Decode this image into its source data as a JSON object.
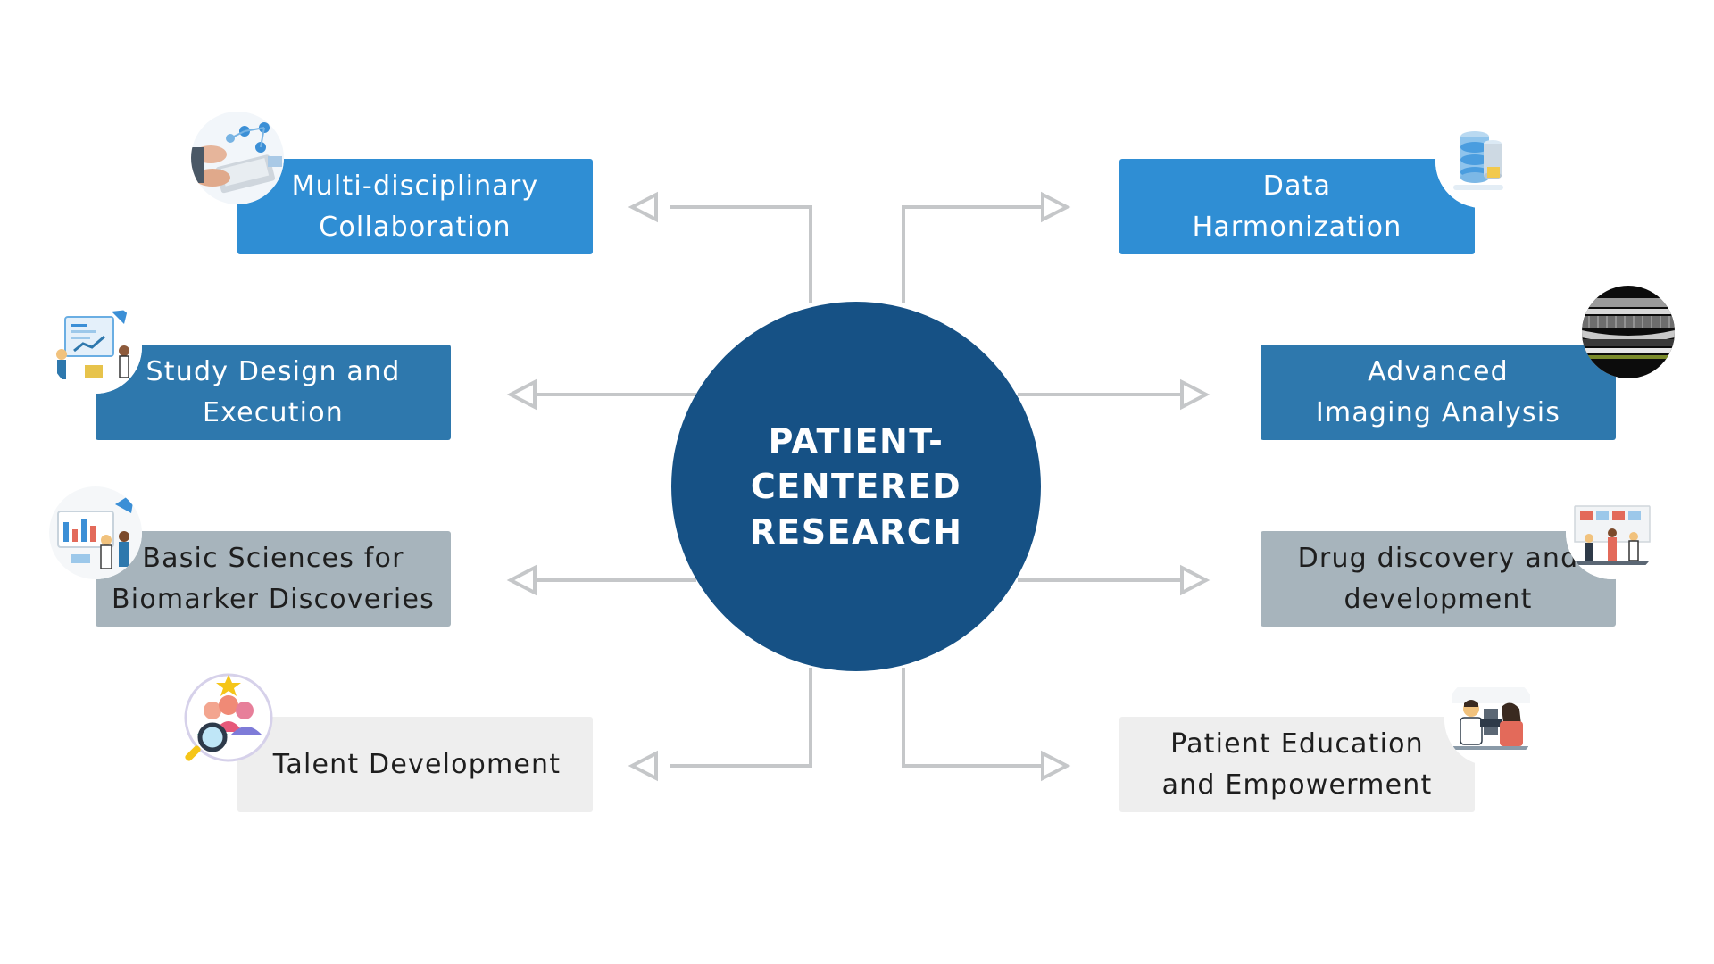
{
  "center": {
    "label": "PATIENT-\nCENTERED\nRESEARCH",
    "color": "#165185"
  },
  "palette": {
    "blue": "#2f8ed4",
    "steel_blue": "#2e78ad",
    "gray": "#a7b4bc",
    "light_gray": "#eeeeee",
    "connector": "#c5c7c9",
    "text_dark": "#1e1e1e",
    "text_light": "#ffffff"
  },
  "topics": [
    {
      "label": "Multi-disciplinary\nCollaboration",
      "style": "blue",
      "icon": "collaboration-laptop-icon"
    },
    {
      "label": "Study Design and\nExecution",
      "style": "steel_blue",
      "icon": "study-design-dashboard-icon"
    },
    {
      "label": "Basic Sciences for\nBiomarker Discoveries",
      "style": "gray",
      "icon": "lab-scientists-icon"
    },
    {
      "label": "Talent Development",
      "style": "light_gray",
      "icon": "talent-search-people-icon"
    },
    {
      "label": "Data\nHarmonization",
      "style": "blue",
      "icon": "database-stack-icon"
    },
    {
      "label": "Advanced\nImaging Analysis",
      "style": "steel_blue",
      "icon": "retina-oct-scan-icon"
    },
    {
      "label": "Drug discovery and\ndevelopment",
      "style": "gray",
      "icon": "drug-lab-team-icon"
    },
    {
      "label": "Patient Education\nand Empowerment",
      "style": "light_gray",
      "icon": "eye-exam-icon"
    }
  ]
}
